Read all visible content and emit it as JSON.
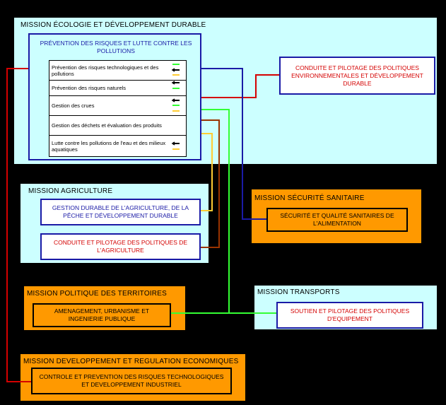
{
  "missions": {
    "ecologie": {
      "title": "MISSION ÉCOLOGIE ET DÉVELOPPEMENT DURABLE",
      "program_title": "PRÉVENTION DES RISQUES ET LUTTE CONTRE LES POLLUTIONS",
      "actions": [
        {
          "label": "Prévention des risques technologiques et des pollutions",
          "arrows": [
            "green",
            "black",
            "yellow"
          ]
        },
        {
          "label": "Prévention des risques naturels",
          "arrows": [
            "black",
            "green"
          ]
        },
        {
          "label": "Gestion des crues",
          "arrows": [
            "black",
            "green",
            "yellow"
          ]
        },
        {
          "label": "Gestion des déchets et évaluation des produits",
          "arrows": []
        },
        {
          "label": "Lutte contre les pollutions de l'eau et des milieux aquatiques",
          "arrows": [
            "black",
            "yellow"
          ]
        }
      ],
      "side_program": "CONDUITE ET PILOTAGE DES POLITIQUES ENVIRONNEMENTALES ET DÉVELOPPEMENT DURABLE"
    },
    "agriculture": {
      "title": "MISSION AGRICULTURE",
      "programs": [
        "GESTION DURABLE DE L'AGRICULTURE, DE LA PÊCHE ET DÉVELOPPEMENT DURABLE",
        "CONDUITE ET PILOTAGE DES POLITIQUES DE L'AGRICULTURE"
      ]
    },
    "securite": {
      "title": "MISSION SÉCURITÉ SANITAIRE",
      "program": "SÉCURITÉ ET QUALITÉ SANITAIRES DE L'ALIMENTATION"
    },
    "territoires": {
      "title": "MISSION POLITIQUE DES TERRITOIRES",
      "program": "AMENAGEMENT, URBANISME ET INGENIERIE PUBLIQUE"
    },
    "transports": {
      "title": "MISSION TRANSPORTS",
      "program": "SOUTIEN ET PILOTAGE DES POLITIQUES D'EQUIPEMENT"
    },
    "economie": {
      "title": "MISSION DEVELOPPEMENT ET REGULATION ECONOMIQUES",
      "program": "CONTROLE ET PREVENTION DES RISQUES TECHNOLOGIQUES ET DEVELOPPEMENT INDUSTRIEL"
    }
  },
  "colors": {
    "cyan": "#ccffff",
    "orange": "#ff9900",
    "blue": "#1a1aa6",
    "red": "#d40000",
    "green": "#33ff33",
    "brown": "#993300",
    "yellow": "#ffcc33",
    "black": "#000000"
  }
}
